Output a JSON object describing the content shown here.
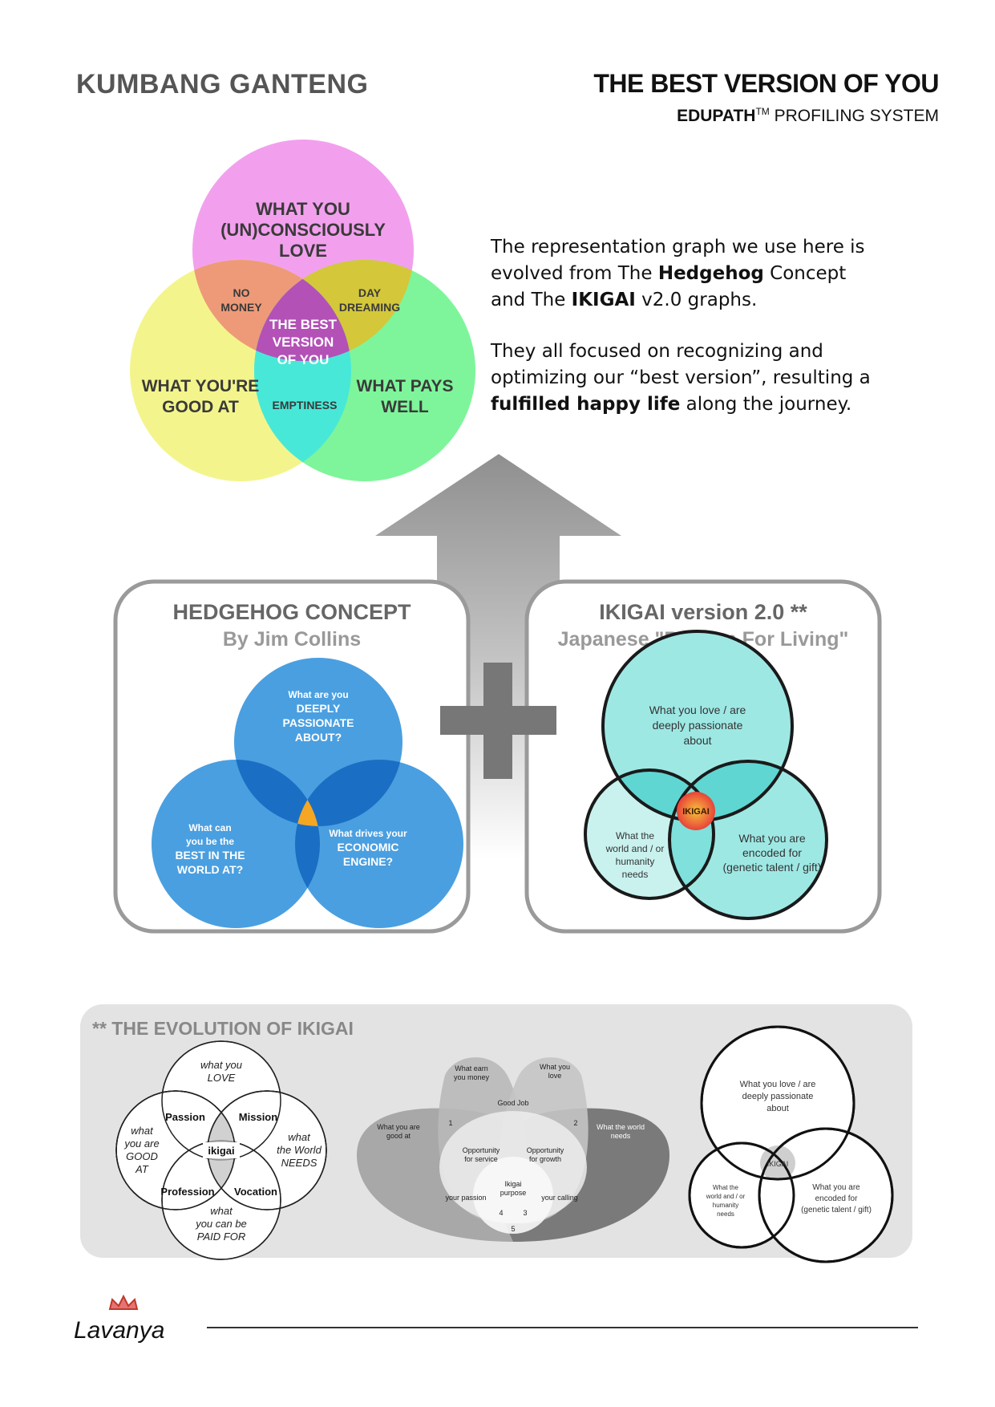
{
  "header": {
    "name": "KUMBANG GANTENG",
    "title": "THE BEST VERSION OF YOU",
    "subtitle_brand": "EDUPATH",
    "subtitle_tm": "TM",
    "subtitle_rest": " PROFILING SYSTEM"
  },
  "main_venn": {
    "top_line1": "WHAT YOU",
    "top_line2": "(UN)CONSCIOUSLY",
    "top_line3": "LOVE",
    "left_line1": "WHAT YOU'RE",
    "left_line2": "GOOD AT",
    "right_line1": "WHAT PAYS",
    "right_line2": "WELL",
    "no_money_line1": "NO",
    "no_money_line2": "MONEY",
    "day_line1": "DAY",
    "day_line2": "DREAMING",
    "emptiness": "EMPTINESS",
    "center_line1": "THE BEST",
    "center_line2": "VERSION",
    "center_line3": "OF YOU",
    "colors": {
      "love": "#f2a0ee",
      "good": "#f3f58c",
      "pays": "#7ef59a",
      "center": "#b351b7"
    }
  },
  "intro": {
    "p1_a": "The representation graph we use here is evolved from The ",
    "p1_b": "Hedgehog",
    "p1_c": " Concept and The ",
    "p1_d": "IKIGAI",
    "p1_e": " v2.0 graphs.",
    "p2_a": "They all focused on recognizing and optimizing our “best version”, resulting a ",
    "p2_b": "fulfilled happy life",
    "p2_c": " along the journey."
  },
  "hedgehog": {
    "title": "HEDGEHOG CONCEPT",
    "subtitle": "By Jim Collins",
    "top_l1": "What are you",
    "top_l2": "DEEPLY",
    "top_l3": "PASSIONATE",
    "top_l4": "ABOUT?",
    "left_l1": "What can",
    "left_l2": "you be the",
    "left_l3": "BEST IN THE",
    "left_l4": "WORLD AT?",
    "right_l1": "What drives your",
    "right_l2": "ECONOMIC",
    "right_l3": "ENGINE?",
    "colors": {
      "circle": "#4a9fe0",
      "overlap": "#1a6fc4",
      "center": "#f5a623"
    }
  },
  "ikigai2": {
    "title": "IKIGAI version 2.0 **",
    "subtitle": "Japanese \"Reason For Living\"",
    "top_l1": "What you love / are",
    "top_l2": "deeply passionate",
    "top_l3": "about",
    "left_l1": "What the",
    "left_l2": "world and / or",
    "left_l3": "humanity",
    "left_l4": "needs",
    "right_l1": "What you are",
    "right_l2": "encoded for",
    "right_l3": "(genetic talent / gift)",
    "center": "IKIGAI"
  },
  "evolution": {
    "title": "** THE EVOLUTION OF IKIGAI",
    "classic": {
      "love_l1": "what you",
      "love_l2": "LOVE",
      "good_l1": "what",
      "good_l2": "you are",
      "good_l3": "GOOD",
      "good_l4": "AT",
      "needs_l1": "what",
      "needs_l2": "the World",
      "needs_l3": "NEEDS",
      "paid_l1": "what",
      "paid_l2": "you can be",
      "paid_l3": "PAID FOR",
      "passion": "Passion",
      "mission": "Mission",
      "profession": "Profession",
      "vocation": "Vocation",
      "center": "ikigai"
    },
    "petal": {
      "earn_l1": "What earn",
      "earn_l2": "you money",
      "love_l1": "What you",
      "love_l2": "love",
      "good_l1": "What you are",
      "good_l2": "good at",
      "world_l1": "What the world",
      "world_l2": "needs",
      "good_job": "Good Job",
      "opp_service_l1": "Opportunity",
      "opp_service_l2": "for service",
      "opp_growth_l1": "Opportunity",
      "opp_growth_l2": "for growth",
      "purpose_l1": "Ikigai",
      "purpose_l2": "purpose",
      "your_passion": "your passion",
      "your_calling": "your calling",
      "n1": "1",
      "n2": "2",
      "n3": "3",
      "n4": "4",
      "n5": "5"
    },
    "v2": {
      "top_l1": "What you love / are",
      "top_l2": "deeply passionate",
      "top_l3": "about",
      "left_l1": "What the",
      "left_l2": "world and / or",
      "left_l3": "humanity",
      "left_l4": "needs",
      "right_l1": "What you are",
      "right_l2": "encoded for",
      "right_l3": "(genetic talent / gift)",
      "center": "IKIGAI"
    }
  },
  "footer": {
    "logo_text": "Lavanya"
  }
}
